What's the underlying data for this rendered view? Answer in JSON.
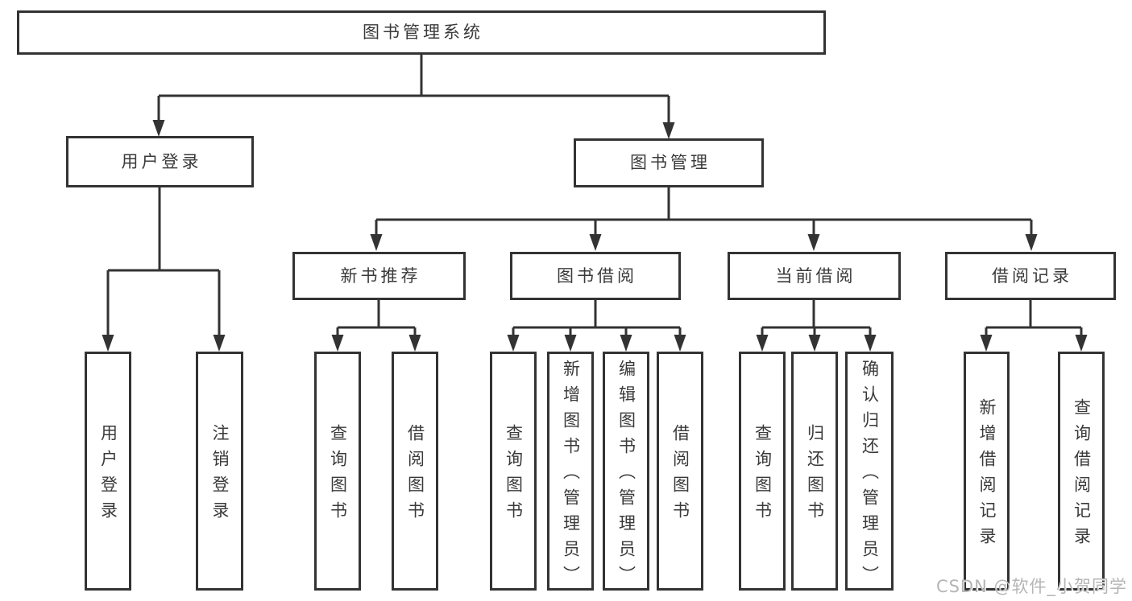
{
  "tree": {
    "root": "图书管理系统",
    "branches": [
      {
        "label": "用户登录",
        "leaves": [
          "用户登录",
          "注销登录"
        ]
      },
      {
        "label": "图书管理",
        "sections": [
          {
            "label": "新书推荐",
            "leaves": [
              "查询图书",
              "借阅图书"
            ]
          },
          {
            "label": "图书借阅",
            "leaves": [
              "查询图书",
              "新增图书（管理员）",
              "编辑图书（管理员）",
              "借阅图书"
            ]
          },
          {
            "label": "当前借阅",
            "leaves": [
              "查询图书",
              "归还图书",
              "确认归还（管理员）"
            ]
          },
          {
            "label": "借阅记录",
            "leaves": [
              "新增借阅记录",
              "查询借阅记录"
            ]
          }
        ]
      }
    ]
  },
  "watermark": {
    "text": "CSDN @软件_小贺同学"
  },
  "colors": {
    "line": "#333333",
    "text": "#3a3a3a",
    "watermark": "#b5b5b5",
    "background": "#ffffff"
  }
}
